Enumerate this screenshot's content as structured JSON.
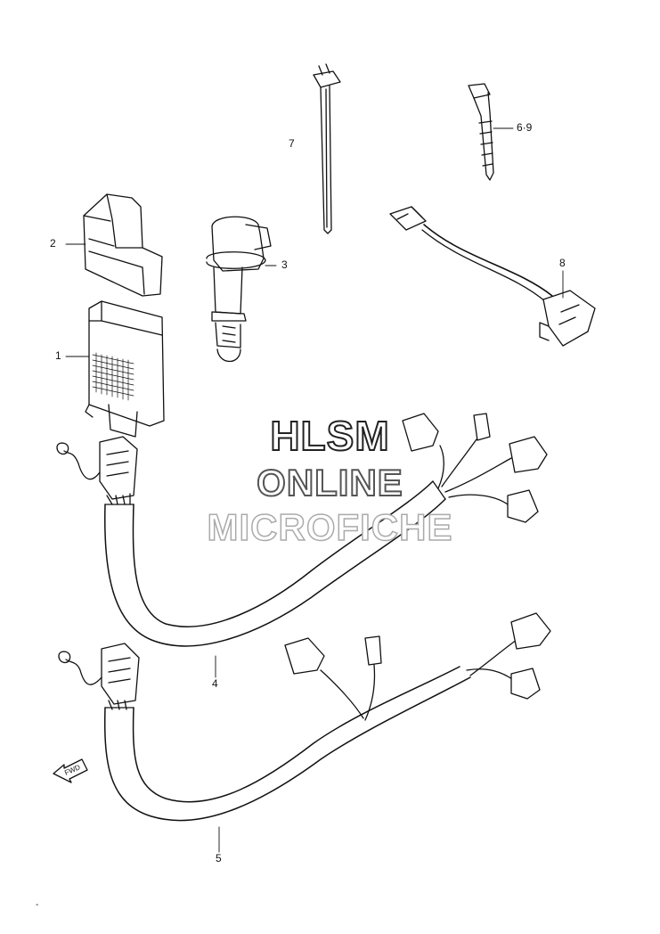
{
  "watermark": {
    "line1": "HLSM",
    "line2": "ONLINE",
    "line3": "MICROFICHE"
  },
  "labels": {
    "p1": "1",
    "p2": "2",
    "p3": "3",
    "p4": "4",
    "p5": "5",
    "p7": "7",
    "p69": "6·9",
    "p8": "8"
  },
  "fwd": "FWD",
  "corner_mark": "-"
}
